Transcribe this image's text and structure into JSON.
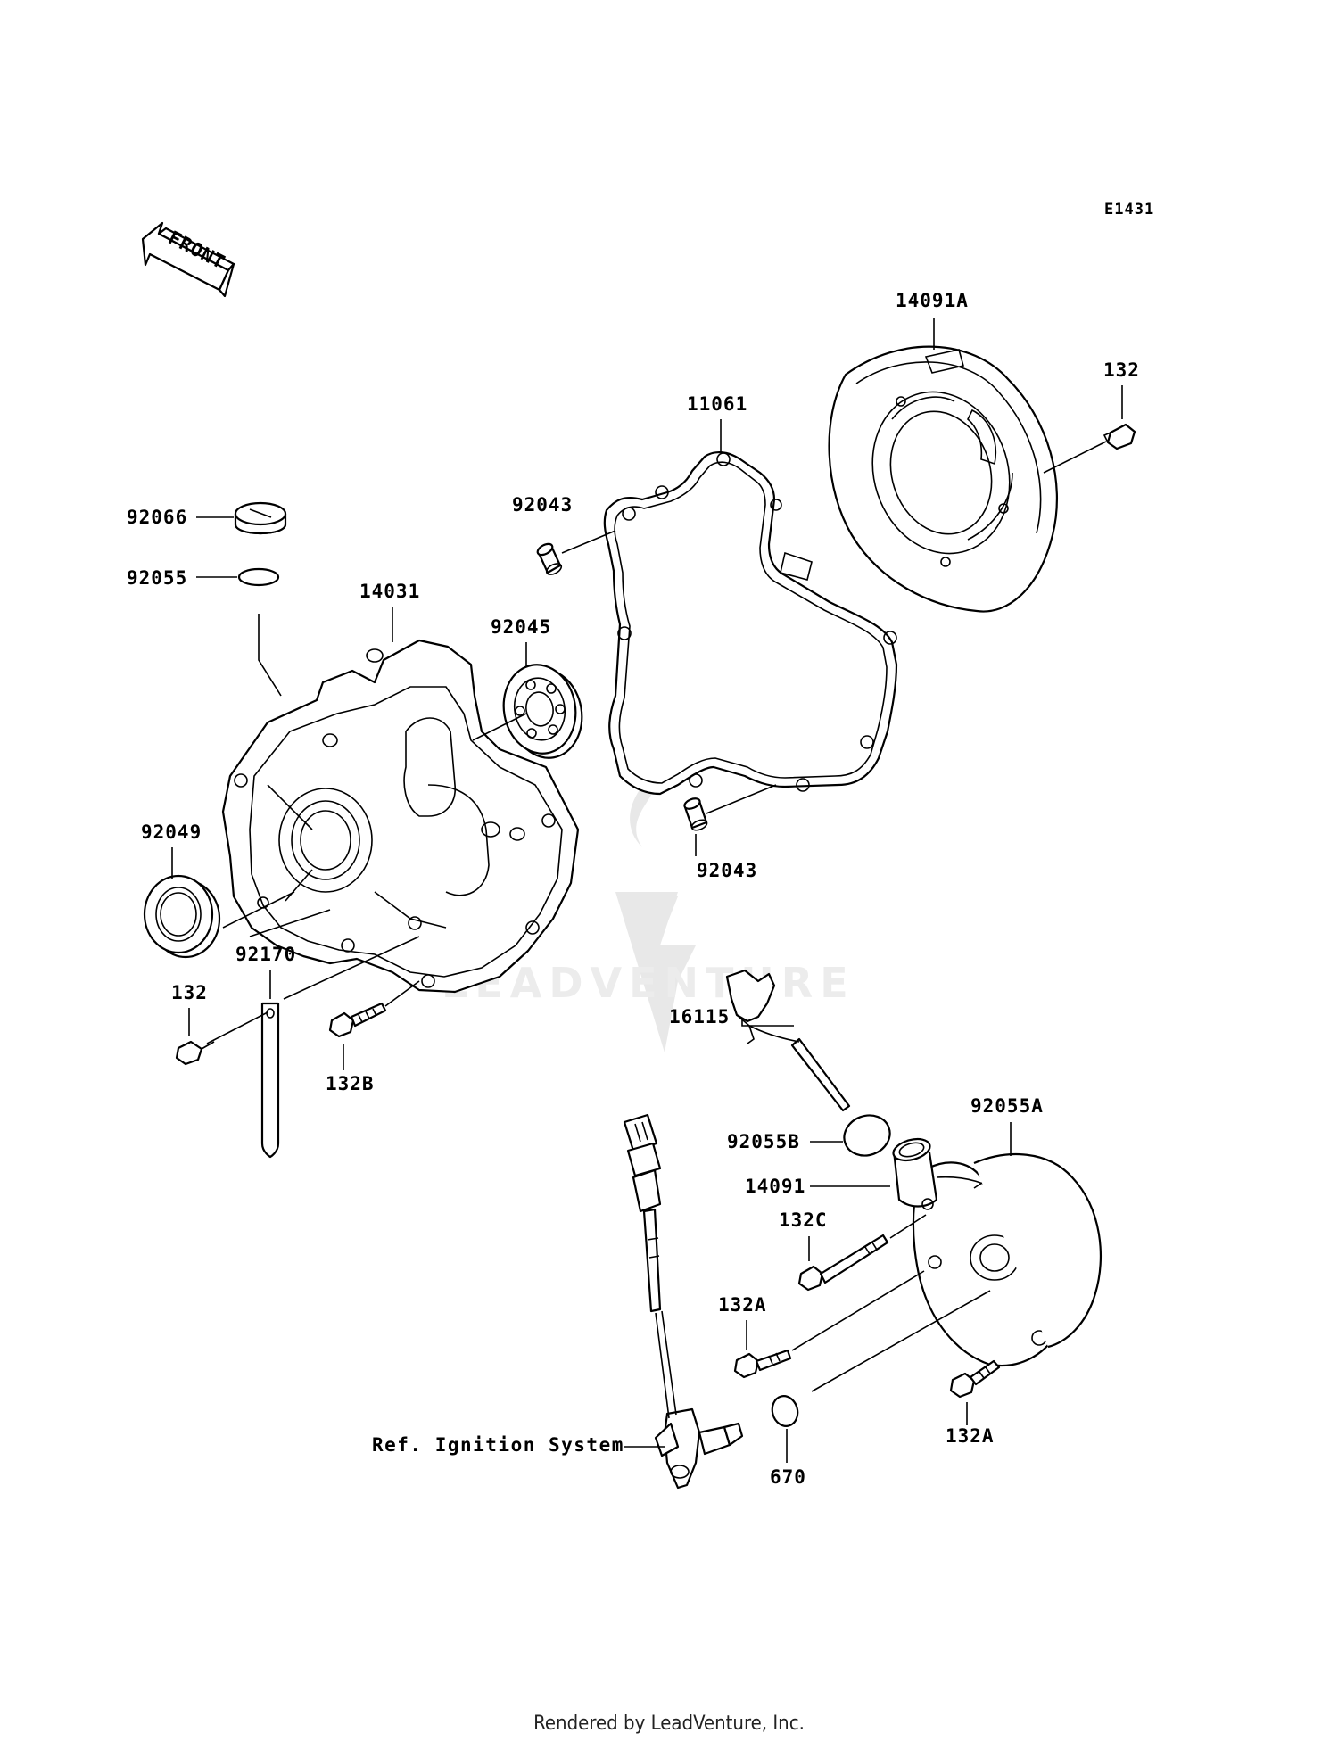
{
  "diagram_code": "E1431",
  "front_arrow_label": "FRONT",
  "watermark_text": "LEADVENTURE",
  "footer": "Rendered by LeadVenture, Inc.",
  "parts": {
    "p14091A": "14091A",
    "p132_top": "132",
    "p11061": "11061",
    "p92043_top": "92043",
    "p92066": "92066",
    "p92055": "92055",
    "p14031": "14031",
    "p92045": "92045",
    "p92049": "92049",
    "p92043_bottom": "92043",
    "p92170": "92170",
    "p132_left": "132",
    "p132B": "132B",
    "p16115": "16115",
    "p92055A": "92055A",
    "p92055B": "92055B",
    "p14091": "14091",
    "p132C": "132C",
    "p132A_left": "132A",
    "p132A_right": "132A",
    "p670": "670",
    "ref_ignition": "Ref. Ignition System"
  }
}
